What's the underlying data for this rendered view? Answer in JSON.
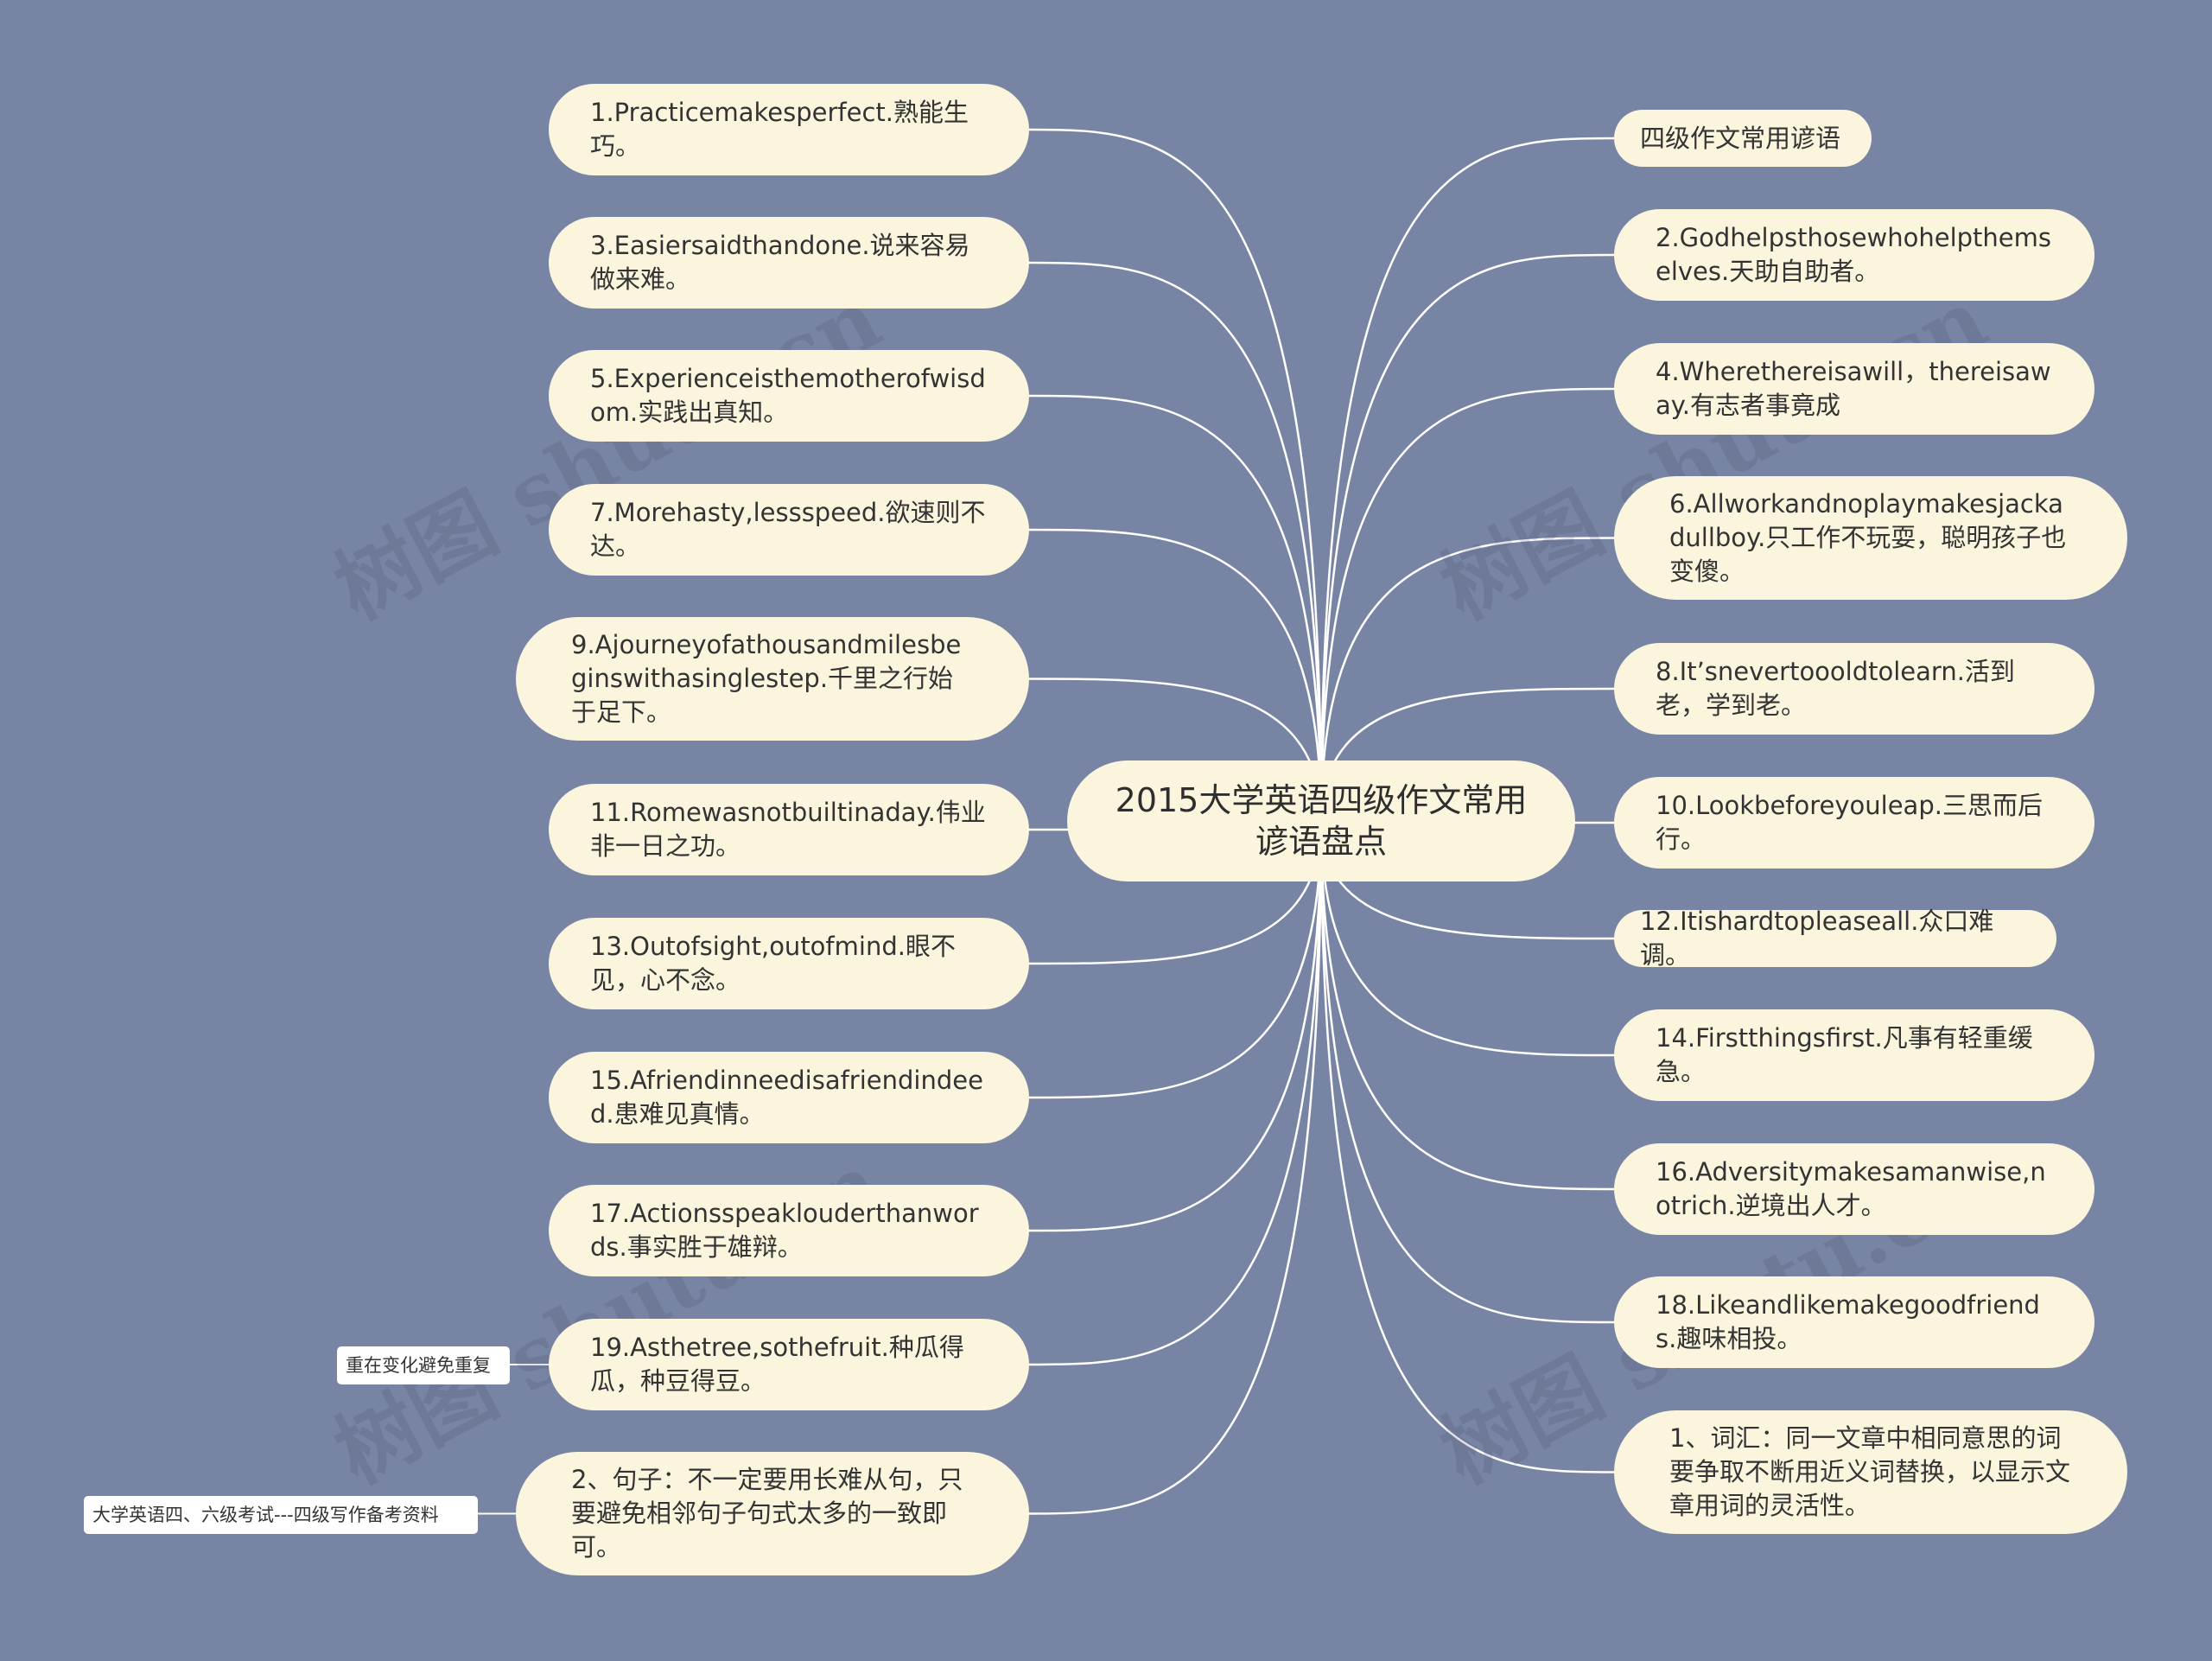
{
  "center": {
    "text": "2015大学英语四级作文常用谚语盘点"
  },
  "left_nodes": [
    {
      "text": "1.Practicemakesperfect.熟能生巧。"
    },
    {
      "text": "3.Easiersaidthandone.说来容易做来难。"
    },
    {
      "text": "5.Experienceisthemotherofwisdom.实践出真知。"
    },
    {
      "text": "7.Morehasty,lessspeed.欲速则不达。"
    },
    {
      "text": "9.Ajourneyofathousandmilesbeginswithasinglestep.千里之行始于足下。"
    },
    {
      "text": "11.Romewasnotbuiltinaday.伟业非一日之功。"
    },
    {
      "text": "13.Outofsight,outofmind.眼不见，心不念。"
    },
    {
      "text": "15.Afriendinneedisafriendindeed.患难见真情。"
    },
    {
      "text": "17.Actionsspeaklouderthanwords.事实胜于雄辩。"
    },
    {
      "text": "19.Asthetree,sothefruit.种瓜得瓜，种豆得豆。"
    },
    {
      "text": "2、句子：不一定要用长难从句，只要避免相邻句子句式太多的一致即可。"
    }
  ],
  "right_nodes": [
    {
      "text": "四级作文常用谚语"
    },
    {
      "text": "2.Godhelpsthosewhohelpthemselves.天助自助者。"
    },
    {
      "text": "4.Wherethereisawill，thereisaway.有志者事竟成"
    },
    {
      "text": "6.Allworkandnoplaymakesjackadullboy.只工作不玩耍，聪明孩子也变傻。"
    },
    {
      "text": "8.It’snevertoooldtolearn.活到老，学到老。"
    },
    {
      "text": "10.Lookbeforeyouleap.三思而后行。"
    },
    {
      "text": "12.Itishardtopleaseall.众口难调。"
    },
    {
      "text": "14.Firstthingsfirst.凡事有轻重缓急。"
    },
    {
      "text": "16.Adversitymakesamanwise,notrich.逆境出人才。"
    },
    {
      "text": "18.Likeandlikemakegoodfriends.趣味相投。"
    },
    {
      "text": "1、词汇：同一文章中相同意思的词要争取不断用近义词替换，以显示文章用词的灵活性。"
    }
  ],
  "notes": [
    {
      "text": "重在变化避免重复"
    },
    {
      "text": "大学英语四、六级考试---四级写作备考资料"
    }
  ],
  "watermark": {
    "text": "树图 shutu.cn"
  },
  "colors": {
    "background": "#7884a3",
    "node_fill": "#faf5dc",
    "link": "#ffffff",
    "note_fill": "#ffffff"
  }
}
